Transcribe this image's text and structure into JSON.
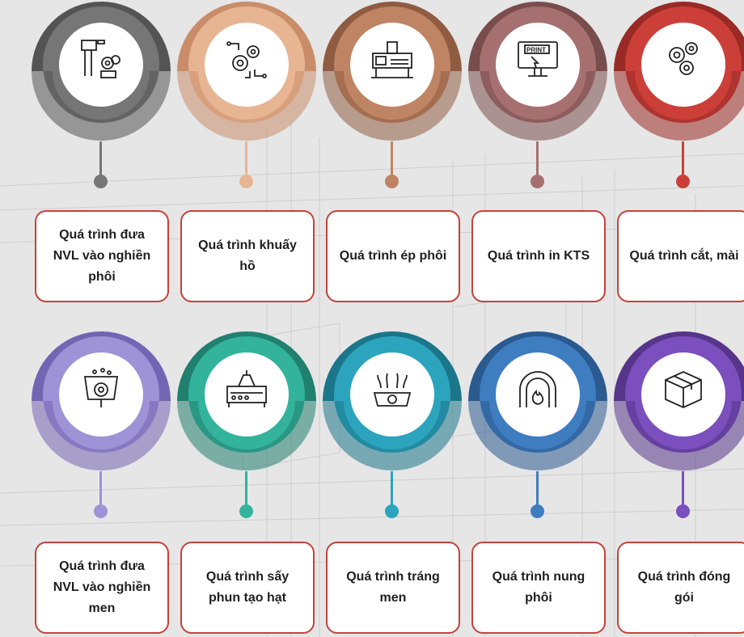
{
  "steps_row1": [
    {
      "label": "Quá trình đưa NVL vào nghiền phôi",
      "icon": "machine-gears-icon",
      "color": "#767676",
      "dark": "#545454"
    },
    {
      "label": "Quá trình khuấy hồ",
      "icon": "circuit-gears-icon",
      "color": "#e8b593",
      "dark": "#c98d69"
    },
    {
      "label": "Quá trình ép phôi",
      "icon": "press-machine-icon",
      "color": "#bf8464",
      "dark": "#8f5c42"
    },
    {
      "label": "Quá trình in KTS",
      "icon": "print-monitor-icon",
      "color": "#a77070",
      "dark": "#7a4d4d"
    },
    {
      "label": "Quá trình cắt, mài",
      "icon": "gears-icon",
      "color": "#cc3f39",
      "dark": "#992a25"
    }
  ],
  "steps_row2": [
    {
      "label": "Quá trình đưa NVL vào nghiền men",
      "icon": "grinder-gear-icon",
      "color": "#9d93d6",
      "dark": "#7265b3"
    },
    {
      "label": "Quá trình sấy phun tạo hạt",
      "icon": "spray-dryer-icon",
      "color": "#33b39c",
      "dark": "#21806f"
    },
    {
      "label": "Quá trình tráng men",
      "icon": "glazing-gear-icon",
      "color": "#2ca4bd",
      "dark": "#1c768a"
    },
    {
      "label": "Quá trình nung phôi",
      "icon": "kiln-fire-icon",
      "color": "#3f7dc1",
      "dark": "#2a5a8f"
    },
    {
      "label": "Quá trình đóng gói",
      "icon": "package-box-icon",
      "color": "#7b4fbd",
      "dark": "#56358a"
    }
  ]
}
